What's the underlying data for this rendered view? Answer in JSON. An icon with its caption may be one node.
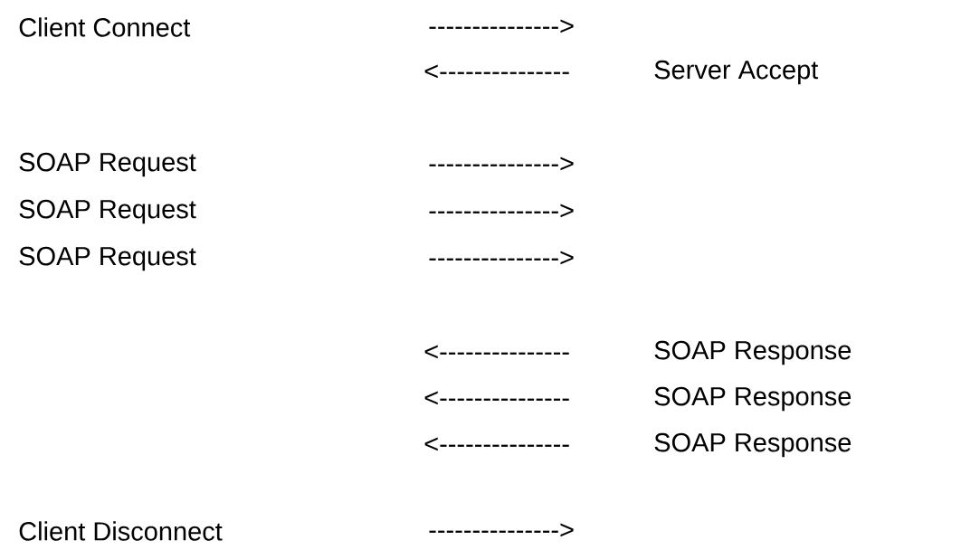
{
  "diagram": {
    "labels": [
      "Client Connect",
      "--------------->",
      "<---------------",
      "Server Accept",
      "SOAP Request",
      "--------------->",
      "SOAP Request",
      "--------------->",
      "SOAP Request",
      "--------------->",
      "<---------------",
      "SOAP Response",
      "<---------------",
      "SOAP Response",
      "<---------------",
      "SOAP Response",
      "Client Disconnect",
      "--------------->"
    ]
  }
}
